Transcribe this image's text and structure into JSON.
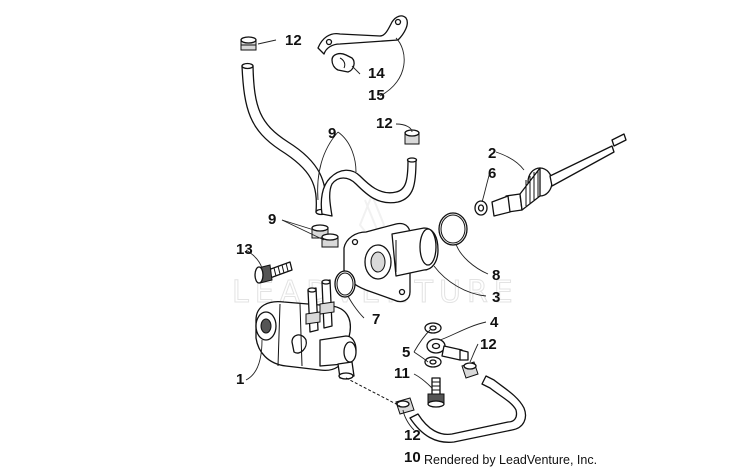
{
  "diagram": {
    "watermark": "LEADVENTURE",
    "credit": "Rendered by LeadVenture, Inc.",
    "callouts": {
      "c1": "1",
      "c2": "2",
      "c3": "3",
      "c4": "4",
      "c5": "5",
      "c6": "6",
      "c7": "7",
      "c8": "8",
      "c9a": "9",
      "c9b": "9",
      "c10": "10",
      "c11": "11",
      "c12a": "12",
      "c12b": "12",
      "c12c": "12",
      "c12d": "12",
      "c13": "13",
      "c14": "14",
      "c15": "15"
    }
  }
}
